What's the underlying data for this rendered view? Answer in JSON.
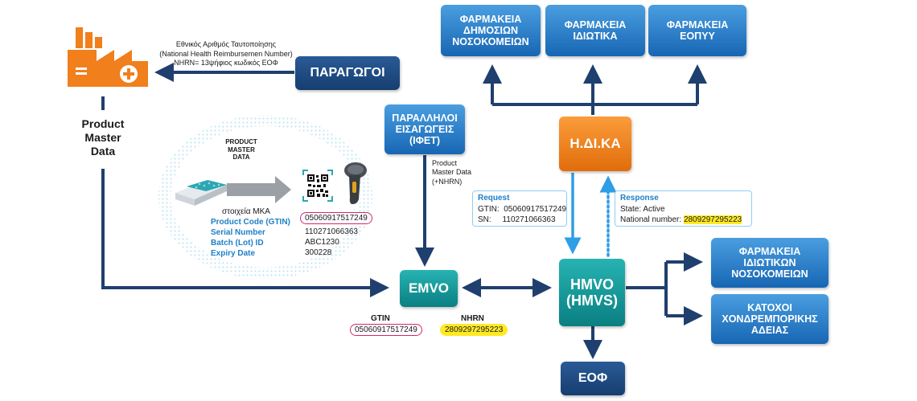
{
  "boxes": {
    "paragogoi": "ΠΑΡΑΓΩΓΟΙ",
    "parallhloi": "ΠΑΡΑΛΛΗΛΟΙ\nΕΙΣΑΓΩΓΕΙΣ\n(ΙΦΕΤ)",
    "idika": "Η.ΔΙ.ΚΑ",
    "emvo": "EMVO",
    "hmvo": "HMVO\n(HMVS)",
    "eof": "ΕΟΦ",
    "farm_dimosion": "ΦΑΡΜΑΚΕΙΑ\nΔΗΜΟΣΙΩΝ\nΝΟΣΟΚΟΜΕΙΩΝ",
    "farm_idiotika": "ΦΑΡΜΑΚΕΙΑ\nΙΔΙΩΤΙΚΑ",
    "farm_eopyy": "ΦΑΡΜΑΚΕΙΑ\nΕΟΠΥΥ",
    "farm_idiotikon_nosok": "ΦΑΡΜΑΚΕΙΑ\nΙΔΙΩΤΙΚΩΝ\nΝΟΣΟΚΟΜΕΙΩΝ",
    "katoxoi": "ΚΑΤΟΧΟΙ\nΧΟΝΔΡΕΜΠΟΡΙΚΗΣ\nΑΔΕΙΑΣ"
  },
  "labels": {
    "nhrn_note": "Εθνικός Αριθμός Ταυτοποίησης\n(National Health Reimbursemen Number)\nNHRN= 13ψήφιος κωδικός ΕΟΦ",
    "product_master_data": "Product\nMaster\nData",
    "pmd_small": "PRODUCT\nMASTER\nDATA",
    "pmd_nhrn": "Product\nMaster Data\n(+NHRN)",
    "stoixeia": "στοιχεία ΜΚΑ",
    "field_labels": [
      "Product Code (GTIN)",
      "Serial Number",
      "Batch (Lot) ID",
      "Expiry Date"
    ],
    "field_values": [
      "05060917517249",
      "110271066363",
      "ABC1230",
      "300228"
    ],
    "gtin_label": "GTIN",
    "gtin_value": "05060917517249",
    "nhrn_label": "NHRN",
    "nhrn_value": "2809297295223"
  },
  "request": {
    "title": "Request",
    "line1": "GTIN:  05060917517249",
    "line2": "SN:     110271066363"
  },
  "response": {
    "title": "Response",
    "line1": "State: Active",
    "line2_prefix": "National number: ",
    "line2_value": "2809297295223"
  },
  "colors": {
    "arrow": "#1f3f6e",
    "teal_box": "#0f8a8c",
    "orange_box": "#f07f1c",
    "blue_box": "#2679c7",
    "navy_box": "#1d4a80",
    "highlight": "#ffe924",
    "pill_border": "#d6266f"
  },
  "icons": [
    "factory-icon",
    "pack-icon",
    "qr-code-icon",
    "barcode-scanner-icon"
  ]
}
